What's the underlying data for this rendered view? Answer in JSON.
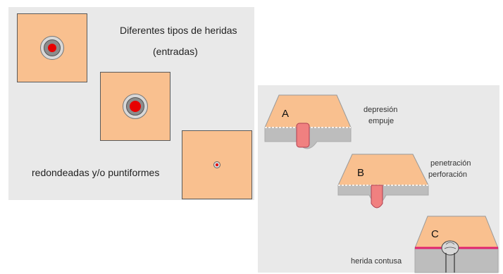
{
  "left": {
    "title": "Diferentes tipos de heridas",
    "subtitle": "(entradas)",
    "caption": "redondeadas y/o  puntiformes"
  },
  "right": {
    "items": [
      {
        "letter": "A",
        "line1": "depresión",
        "line2": "empuje"
      },
      {
        "letter": "B",
        "line1": "penetración",
        "line2": "perforación"
      },
      {
        "letter": "C",
        "line1": "herida contusa"
      }
    ]
  },
  "colors": {
    "panel": "#e9e9e9",
    "skin": "#f9c08f",
    "wound": "#e80000",
    "ring_gray": "#8c8c8c",
    "ring_light": "#d8d8d8",
    "tissue": "#bdbdbd",
    "bruise": "#e0246e",
    "hole": "#f08080"
  }
}
